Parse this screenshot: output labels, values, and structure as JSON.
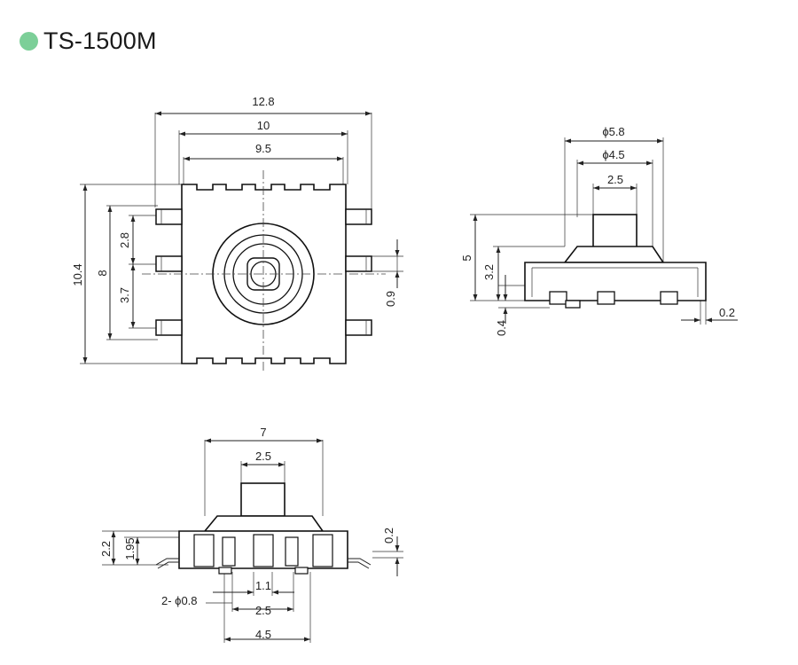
{
  "header": {
    "title": "TS-1500M",
    "dot_color": "#7ccf98"
  },
  "top_view": {
    "dims": {
      "w_outer": "12.8",
      "w_mid": "10",
      "w_inner": "9.5",
      "h_outer": "10.4",
      "h_mid": "8",
      "pitch_a": "2.8",
      "pitch_b": "3.7",
      "lead_w": "0.9"
    }
  },
  "side_view": {
    "dims": {
      "d_outer": "ϕ5.8",
      "d_inner": "ϕ4.5",
      "stem": "2.5",
      "height": "5",
      "body_h": "3.2",
      "standoff": "0.4",
      "lead_t": "0.2"
    }
  },
  "front_view": {
    "dims": {
      "top_w": "7",
      "stem": "2.5",
      "h1": "2.2",
      "h2": "1.95",
      "lead_t": "0.2",
      "holes": "2- ϕ0.8",
      "pitch_a": "1.1",
      "pitch_b": "2.5",
      "pitch_c": "4.5"
    }
  }
}
